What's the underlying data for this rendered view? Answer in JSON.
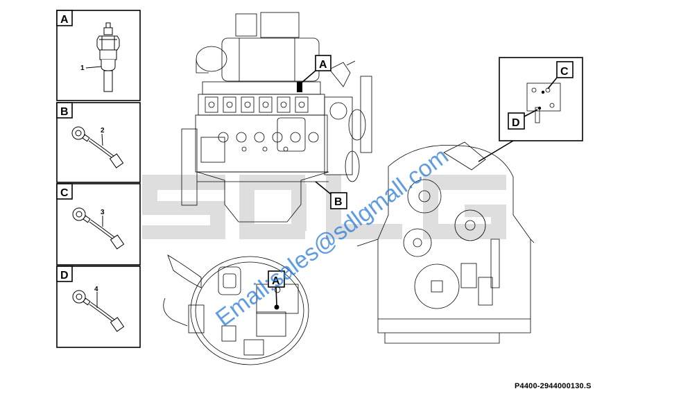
{
  "legend_panels": [
    {
      "letter": "A",
      "item_number": "1"
    },
    {
      "letter": "B",
      "item_number": "2"
    },
    {
      "letter": "C",
      "item_number": "3"
    },
    {
      "letter": "D",
      "item_number": "4"
    }
  ],
  "callouts": {
    "engine_a": "A",
    "engine_b": "B",
    "gearbox_c": "C",
    "gearbox_d": "D",
    "cover_a": "A"
  },
  "watermark_logo": "SDLG",
  "watermark_text": "Email:sales@sdlgmall.com",
  "part_number": "P4400-2944000130.S",
  "colors": {
    "line": "#000000",
    "watermark_logo": "#d9d9d9",
    "watermark_text": "#2b7bd6"
  }
}
